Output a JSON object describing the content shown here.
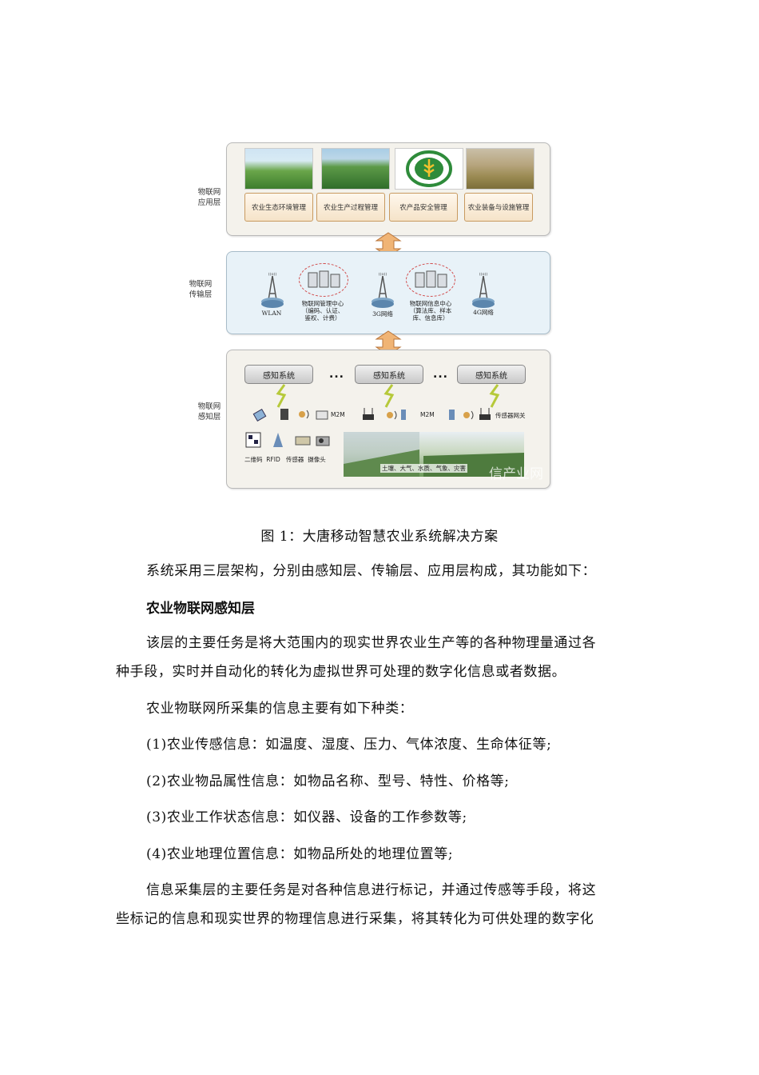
{
  "figure": {
    "app_layer_label": "物联网\n应用层",
    "trans_layer_label": "物联网\n传输层",
    "sense_layer_label": "物联网\n感知层",
    "app_boxes": [
      "农业生态环境管理",
      "农业生产过程管理",
      "农产品安全管理",
      "农业装备与设施管理"
    ],
    "trans_items": {
      "wlan": "WLAN",
      "mgmt_center": "物联网管理中心\n（编码、认证、\n鉴权、计费）",
      "net3g": "3G网络",
      "info_center": "物联网信息中心\n（算法库、样本\n库、信息库）",
      "net4g": "4G网络"
    },
    "sense_systems": [
      "感知系统",
      "感知系统",
      "感知系统"
    ],
    "dots": "...",
    "m2m_1": "M2M",
    "m2m_2": "M2M",
    "gateway": "传感器网关",
    "bottom_labels": "二维码  RFID   传感器  摄像头",
    "field_label": "土壤、大气、水质、气象、灾害",
    "watermark": "信产业网"
  },
  "caption": "图 1：大唐移动智慧农业系统解决方案",
  "paragraphs": {
    "p1": "系统采用三层架构，分别由感知层、传输层、应用层构成，其功能如下：",
    "heading": "农业物联网感知层",
    "p2_line1": "该层的主要任务是将大范围内的现实世界农业生产等的各种物理量通过各",
    "p2_line2": "种手段，实时并自动化的转化为虚拟世界可处理的数字化信息或者数据。",
    "p3": "农业物联网所采集的信息主要有如下种类：",
    "item1": "(1)农业传感信息：如温度、湿度、压力、气体浓度、生命体征等;",
    "item2": "(2)农业物品属性信息：如物品名称、型号、特性、价格等;",
    "item3": "(3)农业工作状态信息：如仪器、设备的工作参数等;",
    "item4": "(4)农业地理位置信息：如物品所处的地理位置等;",
    "p4_line1": "信息采集层的主要任务是对各种信息进行标记，并通过传感等手段，将这",
    "p4_line2": "些标记的信息和现实世界的物理信息进行采集，将其转化为可供处理的数字化"
  }
}
